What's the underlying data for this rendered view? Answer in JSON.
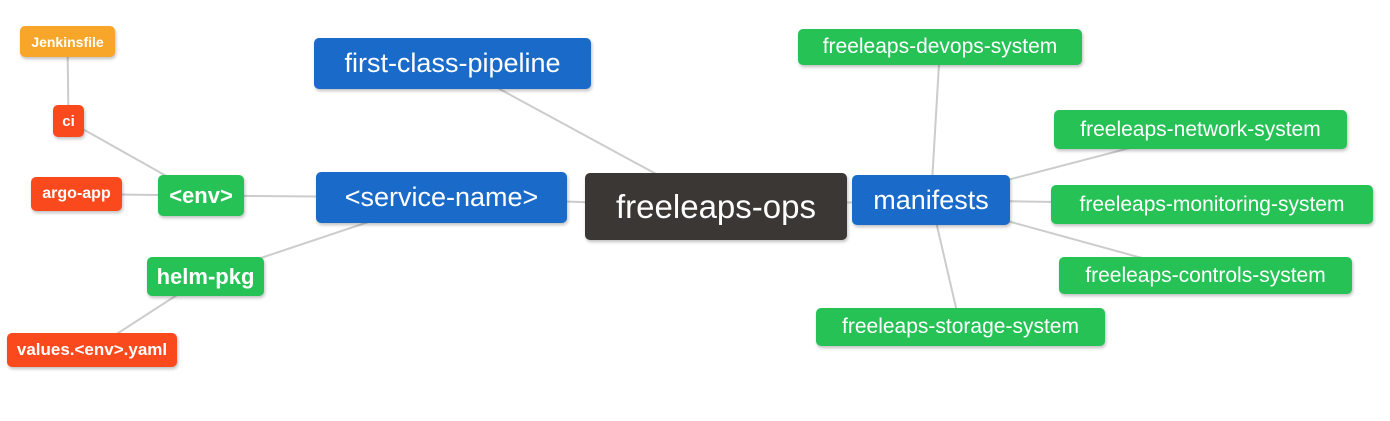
{
  "diagram": {
    "type": "mindmap",
    "root_id": "freeleaps-ops"
  },
  "palette": {
    "blue": "#1a6bc9",
    "green": "#26c256",
    "red": "#fa4a1d",
    "orange": "#f8a62a",
    "dark": "#3b3734",
    "edge": "#cccccc",
    "background": "#ffffff",
    "text": "#ffffff"
  },
  "nodes": [
    {
      "id": "jenkinsfile",
      "label": "Jenkinsfile",
      "color": "orange"
    },
    {
      "id": "ci",
      "label": "ci",
      "color": "red"
    },
    {
      "id": "argo-app",
      "label": "argo-app",
      "color": "red"
    },
    {
      "id": "env",
      "label": "<env>",
      "color": "green"
    },
    {
      "id": "helm-pkg",
      "label": "helm-pkg",
      "color": "green"
    },
    {
      "id": "values-env-yaml",
      "label": "values.<env>.yaml",
      "color": "red"
    },
    {
      "id": "first-class-pipeline",
      "label": "first-class-pipeline",
      "color": "blue"
    },
    {
      "id": "service-name",
      "label": "<service-name>",
      "color": "blue"
    },
    {
      "id": "freeleaps-ops",
      "label": "freeleaps-ops",
      "color": "dark"
    },
    {
      "id": "manifests",
      "label": "manifests",
      "color": "blue"
    },
    {
      "id": "devops",
      "label": "freeleaps-devops-system",
      "color": "green"
    },
    {
      "id": "network",
      "label": "freeleaps-network-system",
      "color": "green"
    },
    {
      "id": "monitoring",
      "label": "freeleaps-monitoring-system",
      "color": "green"
    },
    {
      "id": "controls",
      "label": "freeleaps-controls-system",
      "color": "green"
    },
    {
      "id": "storage",
      "label": "freeleaps-storage-system",
      "color": "green"
    }
  ],
  "edges": [
    {
      "from": "jenkinsfile",
      "to": "ci"
    },
    {
      "from": "ci",
      "to": "env"
    },
    {
      "from": "argo-app",
      "to": "env"
    },
    {
      "from": "env",
      "to": "service-name"
    },
    {
      "from": "helm-pkg",
      "to": "service-name"
    },
    {
      "from": "values-env-yaml",
      "to": "helm-pkg"
    },
    {
      "from": "first-class-pipeline",
      "to": "freeleaps-ops"
    },
    {
      "from": "service-name",
      "to": "freeleaps-ops"
    },
    {
      "from": "freeleaps-ops",
      "to": "manifests"
    },
    {
      "from": "manifests",
      "to": "devops"
    },
    {
      "from": "manifests",
      "to": "network"
    },
    {
      "from": "manifests",
      "to": "monitoring"
    },
    {
      "from": "manifests",
      "to": "controls"
    },
    {
      "from": "manifests",
      "to": "storage"
    }
  ]
}
